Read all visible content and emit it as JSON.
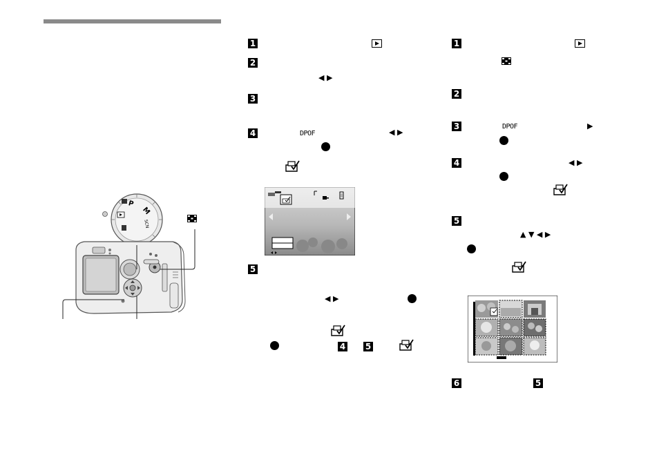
{
  "header_bar_color": "#8a8a8a",
  "left_steps": [
    {
      "number": "1"
    },
    {
      "number": "2"
    },
    {
      "number": "3"
    },
    {
      "number": "4",
      "dpof_text": "DPOF"
    },
    {
      "number": "5"
    }
  ],
  "right_steps": [
    {
      "number": "1"
    },
    {
      "number": "2"
    },
    {
      "number": "3",
      "dpof_text": "DPOF"
    },
    {
      "number": "4"
    },
    {
      "number": "5"
    },
    {
      "number": "6"
    }
  ],
  "step5_refs": [
    "4",
    "5"
  ],
  "step6_ref": "5",
  "icons": [
    "play-button-icon",
    "index-button-icon",
    "control-button-icon",
    "dpof-mark-icon",
    "arrow-left-right-icon",
    "arrow-up-down-left-right-icon"
  ],
  "camera_diagram": {
    "mode_dial_labels": [
      "P",
      "M",
      "SCN"
    ]
  }
}
